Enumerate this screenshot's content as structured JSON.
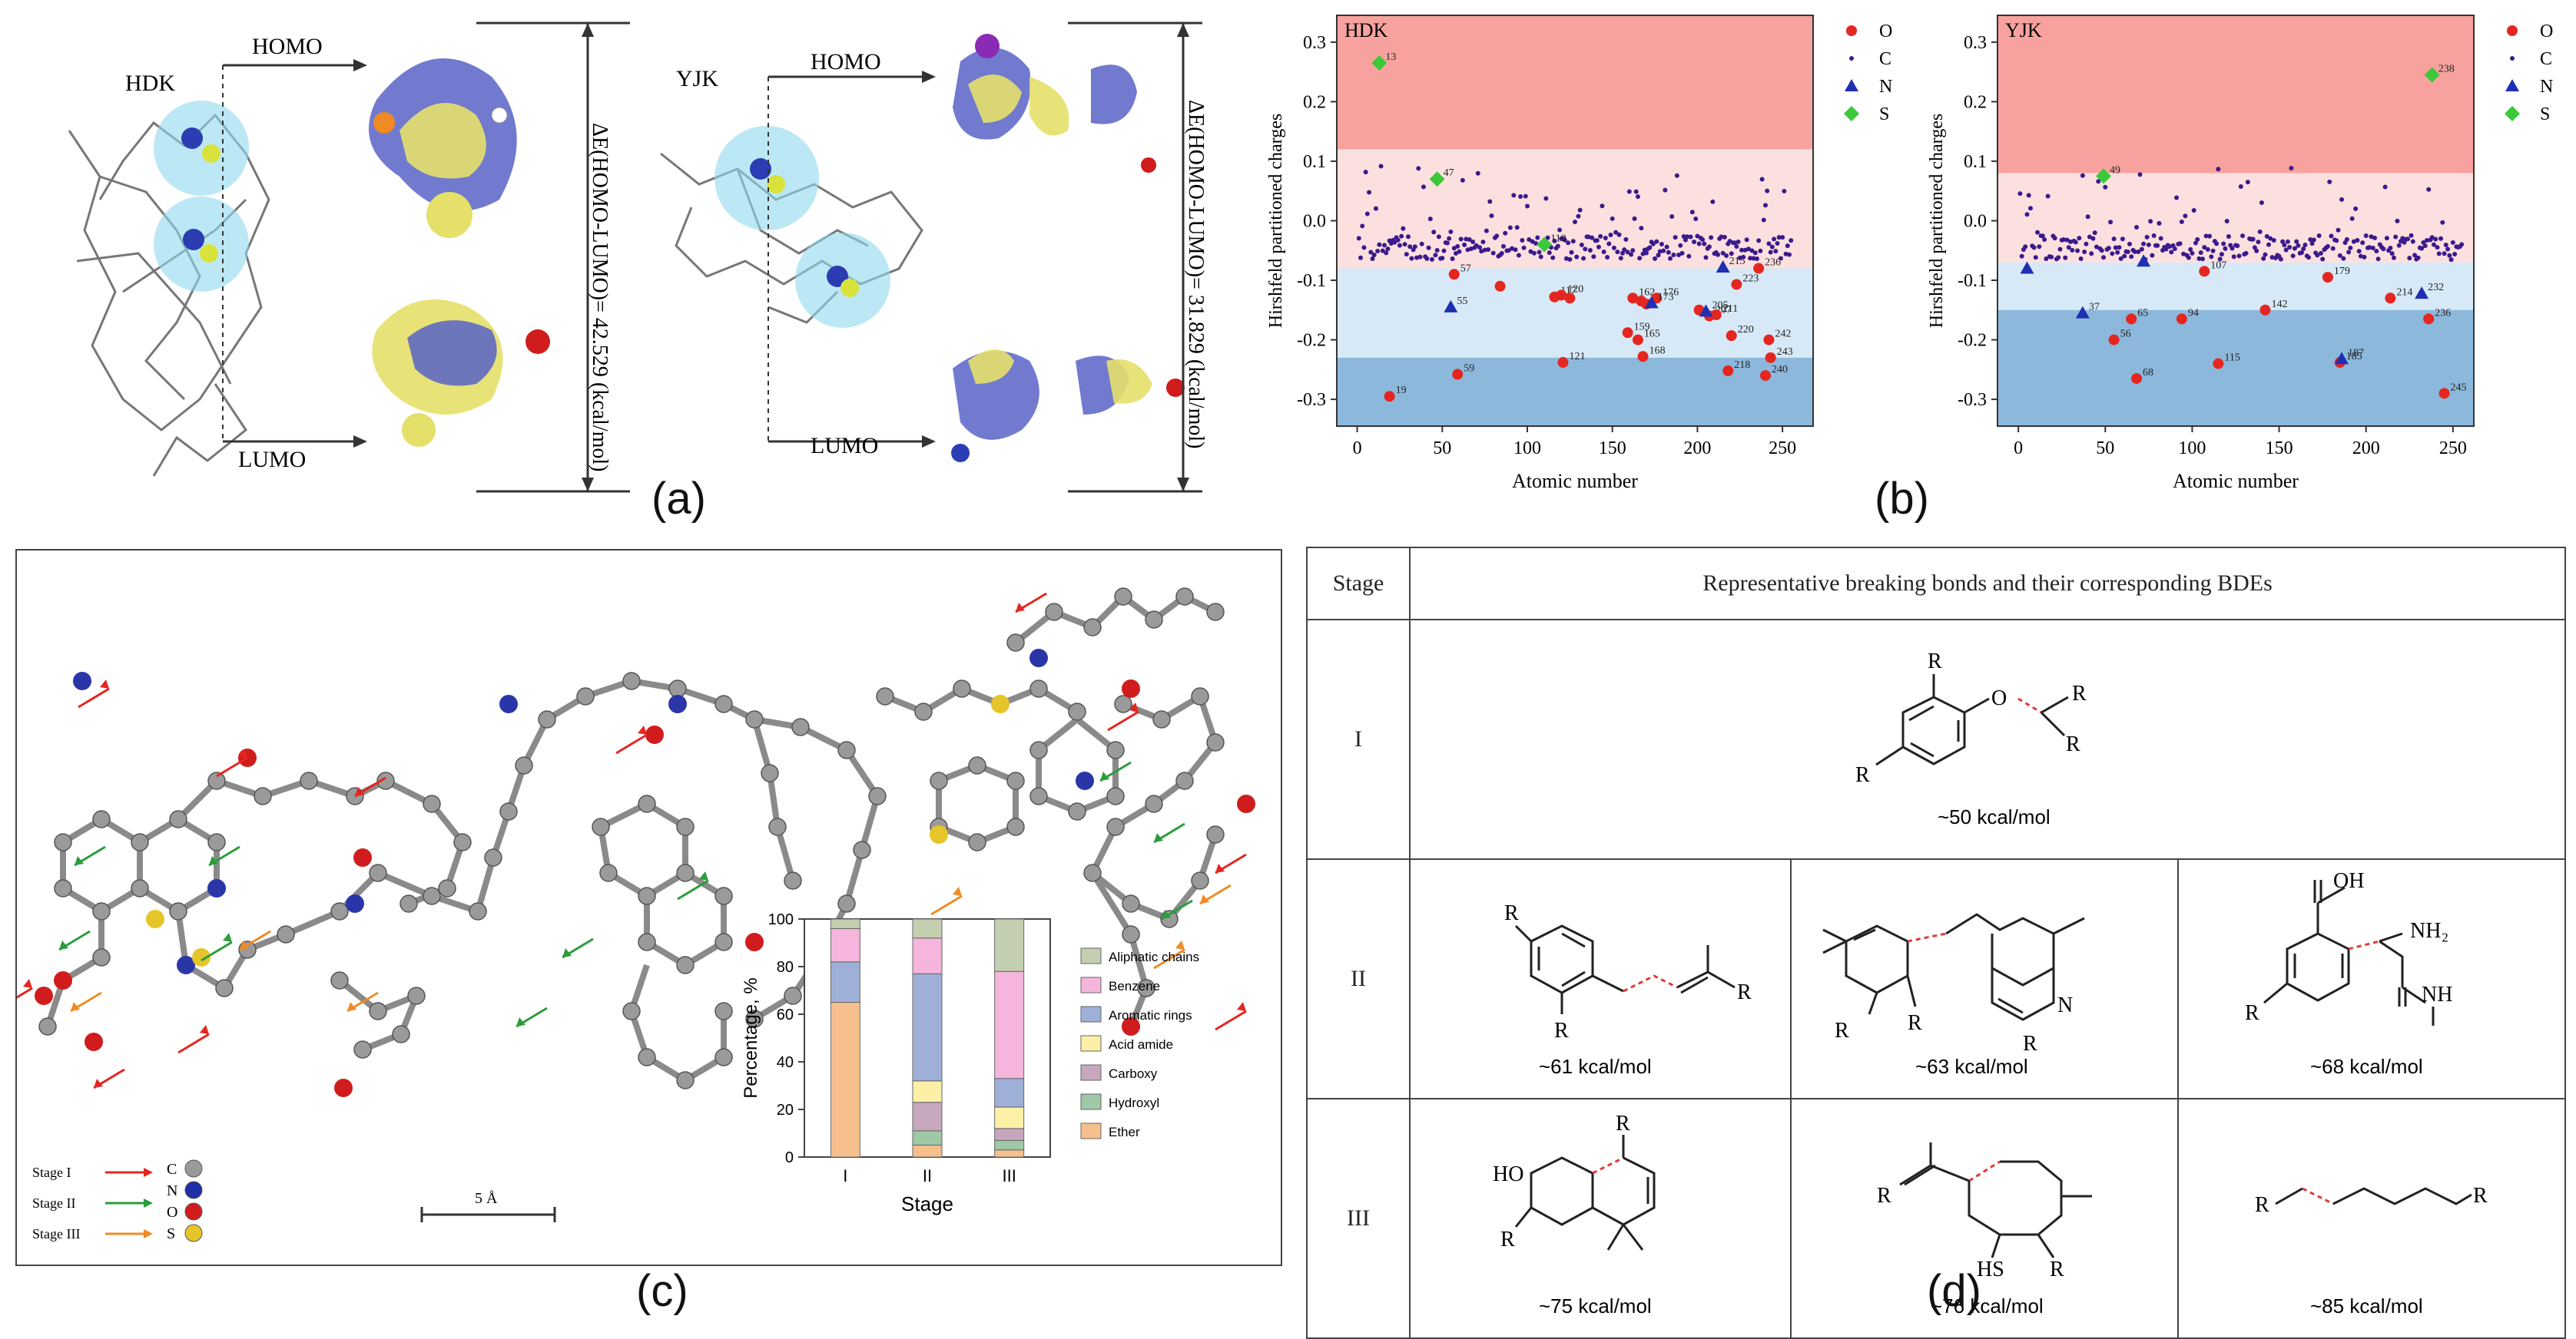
{
  "panel_labels": [
    "(a)",
    "(b)",
    "(c)",
    "(d)"
  ],
  "panel_a": {
    "left": {
      "name": "HDK",
      "homo": "HOMO",
      "lumo": "LUMO",
      "gap": "ΔE(HOMO-LUMO)= 42.529 (kcal/mol)"
    },
    "right": {
      "name": "YJK",
      "homo": "HOMO",
      "lumo": "LUMO",
      "gap": "ΔE(HOMO-LUMO)= 31.829 (kcal/mol)"
    }
  },
  "chart_data": [
    {
      "type": "scatter",
      "title": "HDK",
      "xlabel": "Atomic number",
      "ylabel": "Hirshfeld partitioned charges",
      "xlim": [
        -12,
        268
      ],
      "ylim": [
        -0.345,
        0.345
      ],
      "xticks": [
        0,
        50,
        100,
        150,
        200,
        250
      ],
      "yticks": [
        -0.3,
        -0.2,
        -0.1,
        0.0,
        0.1,
        0.2,
        0.3
      ],
      "bands": [
        {
          "from": 0.12,
          "to": 0.345,
          "color": "#f7a29e"
        },
        {
          "from": -0.08,
          "to": 0.12,
          "color": "#fbe0df"
        },
        {
          "from": -0.23,
          "to": -0.08,
          "color": "#d7e9f6"
        },
        {
          "from": -0.345,
          "to": -0.23,
          "color": "#8cb8dc"
        }
      ],
      "legend": [
        "O",
        "C",
        "N",
        "S"
      ],
      "series": [
        {
          "name": "O",
          "color": "#e52620",
          "marker": "circle",
          "points": [
            [
              57,
              -0.09
            ],
            [
              84,
              -0.11
            ],
            [
              116,
              -0.128
            ],
            [
              120,
              -0.125
            ],
            [
              125,
              -0.13
            ],
            [
              162,
              -0.13
            ],
            [
              167,
              -0.135
            ],
            [
              170,
              -0.14
            ],
            [
              176,
              -0.13
            ],
            [
              201,
              -0.15
            ],
            [
              207,
              -0.16
            ],
            [
              211,
              -0.158
            ],
            [
              223,
              -0.107
            ],
            [
              236,
              -0.08
            ],
            [
              159,
              -0.188
            ],
            [
              165,
              -0.2
            ],
            [
              168,
              -0.228
            ],
            [
              220,
              -0.193
            ],
            [
              242,
              -0.2
            ],
            [
              243,
              -0.23
            ],
            [
              121,
              -0.238
            ],
            [
              218,
              -0.252
            ],
            [
              240,
              -0.26
            ],
            [
              59,
              -0.258
            ],
            [
              19,
              -0.295
            ]
          ],
          "labels": [
            "57",
            "",
            "117",
            "120",
            "",
            "162",
            "",
            "",
            "176",
            "",
            "207",
            "211",
            "223",
            "236",
            "159",
            "165",
            "168",
            "220",
            "242",
            "243",
            "121",
            "218",
            "240",
            "59",
            "19"
          ]
        },
        {
          "name": "N",
          "color": "#1f2fb3",
          "marker": "triangle",
          "points": [
            [
              55,
              -0.145
            ],
            [
              173,
              -0.138
            ],
            [
              205,
              -0.152
            ],
            [
              215,
              -0.078
            ]
          ],
          "labels": [
            "55",
            "173",
            "205",
            "215"
          ]
        },
        {
          "name": "S",
          "color": "#3bc83b",
          "marker": "diamond",
          "points": [
            [
              13,
              0.265
            ],
            [
              47,
              0.07
            ],
            [
              110,
              -0.04
            ]
          ],
          "labels": [
            "13",
            "47",
            "110"
          ]
        }
      ]
    },
    {
      "type": "scatter",
      "title": "YJK",
      "xlabel": "Atomic number",
      "ylabel": "Hirshfeld partitioned charges",
      "xlim": [
        -12,
        262
      ],
      "ylim": [
        -0.345,
        0.345
      ],
      "xticks": [
        0,
        50,
        100,
        150,
        200,
        250
      ],
      "yticks": [
        -0.3,
        -0.2,
        -0.1,
        0.0,
        0.1,
        0.2,
        0.3
      ],
      "bands": [
        {
          "from": 0.08,
          "to": 0.345,
          "color": "#f7a29e"
        },
        {
          "from": -0.07,
          "to": 0.08,
          "color": "#fbe0df"
        },
        {
          "from": -0.15,
          "to": -0.07,
          "color": "#d7e9f6"
        },
        {
          "from": -0.345,
          "to": -0.15,
          "color": "#8cb8dc"
        }
      ],
      "legend": [
        "O",
        "C",
        "N",
        "S"
      ],
      "series": [
        {
          "name": "O",
          "color": "#e52620",
          "marker": "circle",
          "points": [
            [
              107,
              -0.085
            ],
            [
              178,
              -0.095
            ],
            [
              214,
              -0.13
            ],
            [
              142,
              -0.15
            ],
            [
              65,
              -0.165
            ],
            [
              94,
              -0.165
            ],
            [
              55,
              -0.2
            ],
            [
              115,
              -0.24
            ],
            [
              68,
              -0.265
            ],
            [
              236,
              -0.165
            ],
            [
              185,
              -0.238
            ],
            [
              245,
              -0.29
            ]
          ],
          "labels": [
            "107",
            "179",
            "214",
            "142",
            "65",
            "94",
            "56",
            "115",
            "68",
            "236",
            "185",
            "245"
          ]
        },
        {
          "name": "N",
          "color": "#1f2fb3",
          "marker": "triangle",
          "points": [
            [
              5,
              -0.08
            ],
            [
              37,
              -0.155
            ],
            [
              72,
              -0.068
            ],
            [
              186,
              -0.232
            ],
            [
              232,
              -0.122
            ]
          ],
          "labels": [
            "",
            "37",
            "",
            "187",
            "232"
          ]
        },
        {
          "name": "S",
          "color": "#3bc83b",
          "marker": "diamond",
          "points": [
            [
              238,
              0.245
            ],
            [
              49,
              0.075
            ]
          ],
          "labels": [
            "238",
            "49"
          ]
        }
      ]
    },
    {
      "type": "bar",
      "stacked": true,
      "xlabel": "Stage",
      "ylabel": "Percentage, %",
      "ylim": [
        0,
        100
      ],
      "yticks": [
        0,
        20,
        40,
        60,
        80,
        100
      ],
      "categories": [
        "I",
        "II",
        "III"
      ],
      "series": [
        {
          "name": "Ether",
          "color": "#f6c08e",
          "values": [
            65,
            5,
            3
          ]
        },
        {
          "name": "Hydroxyl",
          "color": "#9fc8a7",
          "values": [
            0,
            6,
            4
          ]
        },
        {
          "name": "Carboxy",
          "color": "#c7a7bd",
          "values": [
            0,
            12,
            5
          ]
        },
        {
          "name": "Acid amide",
          "color": "#fbf0a6",
          "values": [
            0,
            9,
            9
          ]
        },
        {
          "name": "Aromatic rings",
          "color": "#9fb0d8",
          "values": [
            17,
            45,
            12
          ]
        },
        {
          "name": "Benzene",
          "color": "#f5b5dc",
          "values": [
            14,
            15,
            45
          ]
        },
        {
          "name": "Aliphatic chains",
          "color": "#c3cfb0",
          "values": [
            4,
            8,
            22
          ]
        }
      ],
      "legend": [
        "Aliphatic chains",
        "Benzene",
        "Aromatic rings",
        "Acid amide",
        "Carboxy",
        "Hydroxyl",
        "Ether"
      ]
    }
  ],
  "panel_c": {
    "scale": "5 Å",
    "stage_legend": [
      {
        "label": "Stage I",
        "color": "#e52620"
      },
      {
        "label": "Stage II",
        "color": "#2a9d3c"
      },
      {
        "label": "Stage III",
        "color": "#f08a24"
      }
    ],
    "atom_legend": [
      {
        "label": "C",
        "color": "#9a9a9a"
      },
      {
        "label": "N",
        "color": "#1f2fa6"
      },
      {
        "label": "O",
        "color": "#d01c1c"
      },
      {
        "label": "S",
        "color": "#e6c52a"
      }
    ]
  },
  "panel_d": {
    "header_stage": "Stage",
    "header_desc": "Representative breaking bonds and their corresponding BDEs",
    "rows": [
      {
        "stage": "I",
        "bdes": [
          "~50 kcal/mol"
        ]
      },
      {
        "stage": "II",
        "bdes": [
          "~61 kcal/mol",
          "~63 kcal/mol",
          "~68 kcal/mol"
        ]
      },
      {
        "stage": "III",
        "bdes": [
          "~75 kcal/mol",
          "~76 kcal/mol",
          "~85 kcal/mol"
        ]
      }
    ],
    "atoms": {
      "R": "R",
      "O": "O",
      "N": "N",
      "OH": "OH",
      "NH2": "NH₂",
      "NH": "NH",
      "HO": "HO",
      "HS": "HS"
    }
  }
}
